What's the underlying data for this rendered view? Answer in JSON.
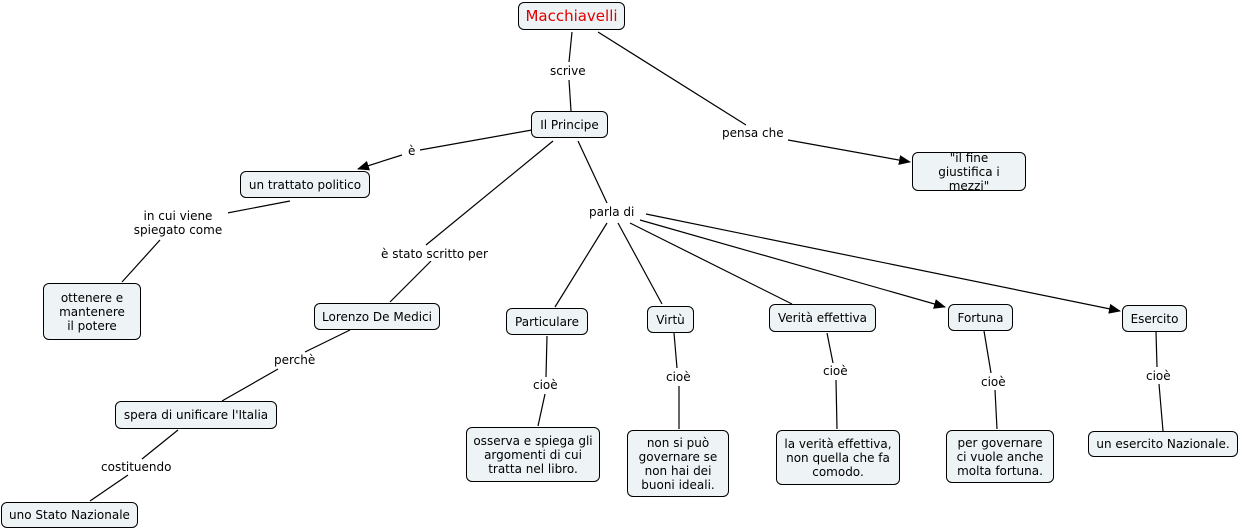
{
  "nodes": {
    "macchiavelli": "Macchiavelli",
    "il_principe": "Il Principe",
    "fine_mezzi": "\"il fine giustifica i mezzi\"",
    "trattato": "un trattato politico",
    "ottenere": "ottenere e mantenere il potere",
    "lorenzo": "Lorenzo De Medici",
    "spera": "spera di unificare l'Italia",
    "stato_nazionale": "uno Stato Nazionale",
    "particulare": "Particulare",
    "virtu": "Virtù",
    "verita": "Verità effettiva",
    "fortuna": "Fortuna",
    "esercito": "Esercito",
    "osserva": "osserva e spiega gli argomenti di cui tratta nel libro.",
    "non_si_puo": "non si può governare se non hai dei buoni ideali.",
    "la_verita": "la verità effettiva, non quella che fa comodo.",
    "per_governare": "per governare ci vuole anche molta fortuna.",
    "un_esercito": "un esercito Nazionale."
  },
  "links": {
    "scrive": "scrive",
    "pensa_che": "pensa che",
    "e": "è",
    "in_cui": "in cui viene spiegato come",
    "scritto_per": "è stato scritto per",
    "perche": "perchè",
    "costituendo": "costituendo",
    "parla_di": "parla di",
    "cioe_1": "cioè",
    "cioe_2": "cioè",
    "cioe_3": "cioè",
    "cioe_4": "cioè",
    "cioe_5": "cioè"
  },
  "colors": {
    "root_text": "#e00000",
    "node_fill": "#eef4f6",
    "line": "#000000"
  }
}
